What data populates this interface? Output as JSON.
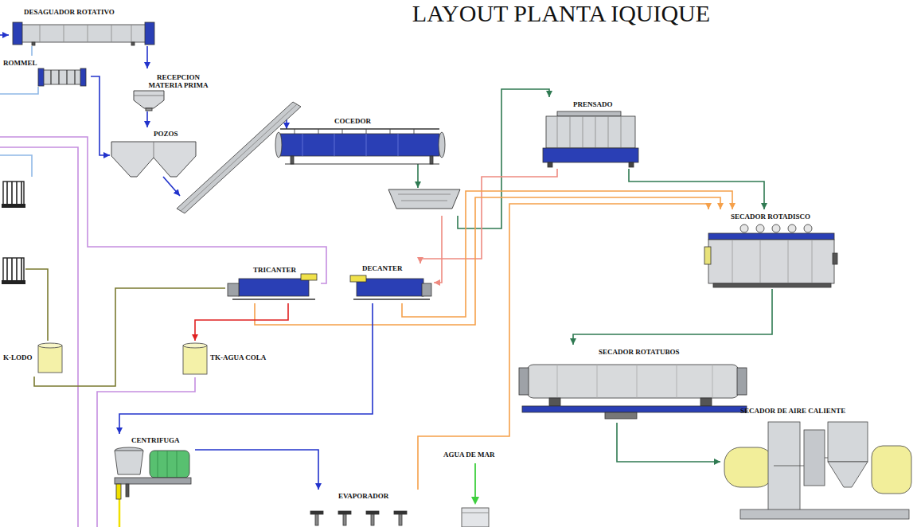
{
  "diagram": {
    "title": "LAYOUT PLANTA IQUIQUE",
    "nodes": [
      {
        "text": [
          "DESAGUADOR ROTATIVO"
        ]
      },
      {
        "text": [
          "ROMMEL"
        ]
      },
      {
        "text": [
          "RECEPCION MATERIA PRIMA"
        ]
      },
      {
        "text": [
          "POZOS"
        ]
      },
      {
        "text": [
          "COCEDOR"
        ]
      },
      {
        "text": [
          "PRENSADO"
        ]
      },
      {
        "text": [
          "SECADOR ROTADISCO"
        ]
      },
      {
        "text": [
          "TRICANTER"
        ]
      },
      {
        "text": [
          "DECANTER"
        ]
      },
      {
        "text": [
          "K-LODO"
        ]
      },
      {
        "text": [
          "TK-AGUA COLA"
        ]
      },
      {
        "text": [
          "SECADOR ROTATUBOS"
        ]
      },
      {
        "text": [
          "SECADOR DE AIRE CALIENTE"
        ]
      },
      {
        "text": [
          "CENTRIFUGA"
        ]
      },
      {
        "text": [
          "EVAPORADOR"
        ]
      },
      {
        "text": [
          "AGUA DE MAR"
        ]
      }
    ],
    "edges": [
      {
        "from": 0,
        "to": 2,
        "arrow": "to"
      },
      {
        "from": 0,
        "to": 1,
        "arrow": "none"
      },
      {
        "from": 1,
        "to": 3,
        "arrow": "to"
      },
      {
        "from": 2,
        "to": 3,
        "arrow": "to"
      },
      {
        "from": 4,
        "to": 5,
        "arrow": "to"
      },
      {
        "from": 4,
        "to": 8,
        "arrow": "to"
      },
      {
        "from": 5,
        "to": 8,
        "arrow": "to"
      },
      {
        "from": 5,
        "to": 6,
        "arrow": "to"
      },
      {
        "from": 8,
        "to": 6,
        "arrow": "to"
      },
      {
        "from": 7,
        "to": 6,
        "arrow": "to"
      },
      {
        "from": 14,
        "to": 6,
        "arrow": "to"
      },
      {
        "from": 7,
        "to": 10,
        "arrow": "to"
      },
      {
        "from": 9,
        "to": 7,
        "arrow": "none"
      },
      {
        "from": 8,
        "to": 13,
        "arrow": "to"
      },
      {
        "from": 13,
        "to": 14,
        "arrow": "to"
      },
      {
        "from": 6,
        "to": 11,
        "arrow": "to"
      },
      {
        "from": 11,
        "to": 12,
        "arrow": "to"
      }
    ]
  }
}
